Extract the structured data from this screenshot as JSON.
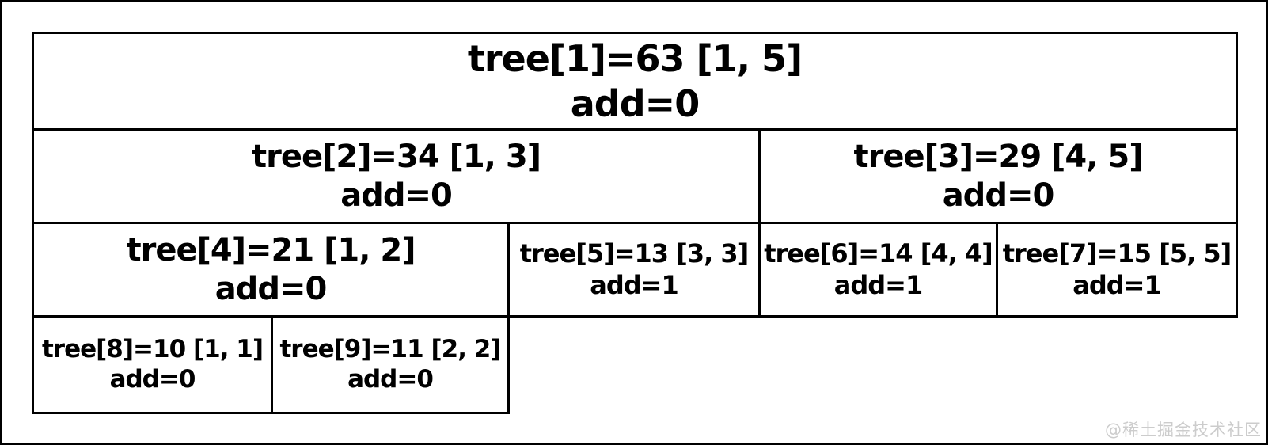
{
  "diagram_type": "segment-tree-table",
  "colors": {
    "line": "#000000",
    "background": "#ffffff",
    "text": "#000000",
    "watermark": "#cccccc"
  },
  "nodes": [
    {
      "index": 1,
      "value": 63,
      "range": "[1, 5]",
      "add": 0,
      "label": "tree[1]=63 [1, 5]",
      "add_label": "add=0"
    },
    {
      "index": 2,
      "value": 34,
      "range": "[1, 3]",
      "add": 0,
      "label": "tree[2]=34 [1, 3]",
      "add_label": "add=0"
    },
    {
      "index": 3,
      "value": 29,
      "range": "[4, 5]",
      "add": 0,
      "label": "tree[3]=29 [4, 5]",
      "add_label": "add=0"
    },
    {
      "index": 4,
      "value": 21,
      "range": "[1, 2]",
      "add": 0,
      "label": "tree[4]=21 [1, 2]",
      "add_label": "add=0"
    },
    {
      "index": 5,
      "value": 13,
      "range": "[3, 3]",
      "add": 1,
      "label": "tree[5]=13 [3, 3]",
      "add_label": "add=1"
    },
    {
      "index": 6,
      "value": 14,
      "range": "[4, 4]",
      "add": 1,
      "label": "tree[6]=14 [4, 4]",
      "add_label": "add=1"
    },
    {
      "index": 7,
      "value": 15,
      "range": "[5, 5]",
      "add": 1,
      "label": "tree[7]=15 [5, 5]",
      "add_label": "add=1"
    },
    {
      "index": 8,
      "value": 10,
      "range": "[1, 1]",
      "add": 0,
      "label": "tree[8]=10 [1, 1]",
      "add_label": "add=0"
    },
    {
      "index": 9,
      "value": 11,
      "range": "[2, 2]",
      "add": 0,
      "label": "tree[9]=11 [2, 2]",
      "add_label": "add=0"
    }
  ],
  "watermark": "@稀土掘金技术社区"
}
